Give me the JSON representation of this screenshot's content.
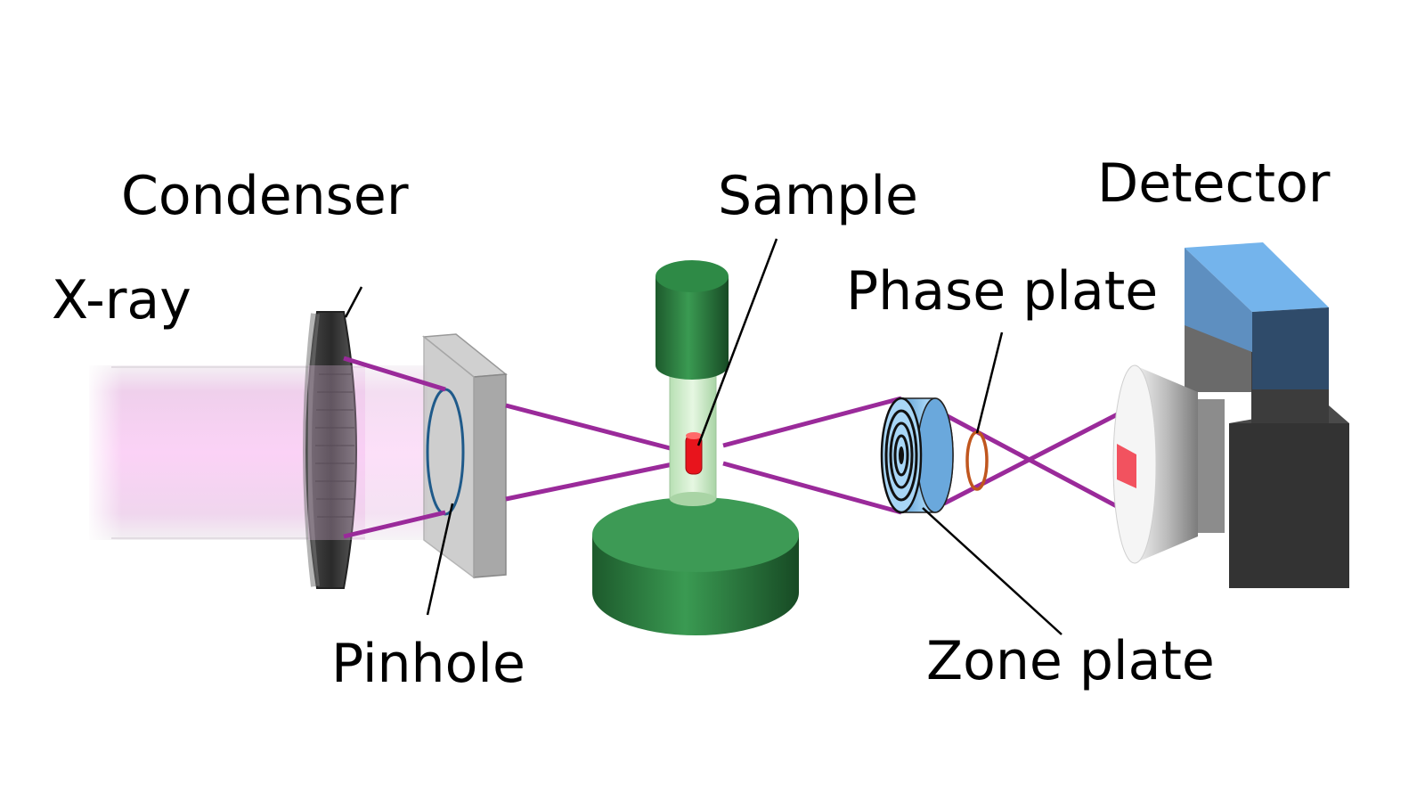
{
  "labels": {
    "xray": "X-ray",
    "condenser": "Condenser",
    "pinhole": "Pinhole",
    "sample": "Sample",
    "phase_plate": "Phase plate",
    "zone_plate": "Zone plate",
    "detector": "Detector"
  },
  "colors": {
    "beam_glow": "#f6c8f2",
    "xray_path": "#9a2a9a",
    "stage_green": "#2f8a45",
    "sample_red": "#e8141c",
    "zone_plate_blue": "#8ec6ef",
    "phase_plate_ring": "#c0561e",
    "detector_blue": "#6aaee6",
    "detector_body": "#3a3a3a",
    "detector_spot": "#f2525f"
  }
}
